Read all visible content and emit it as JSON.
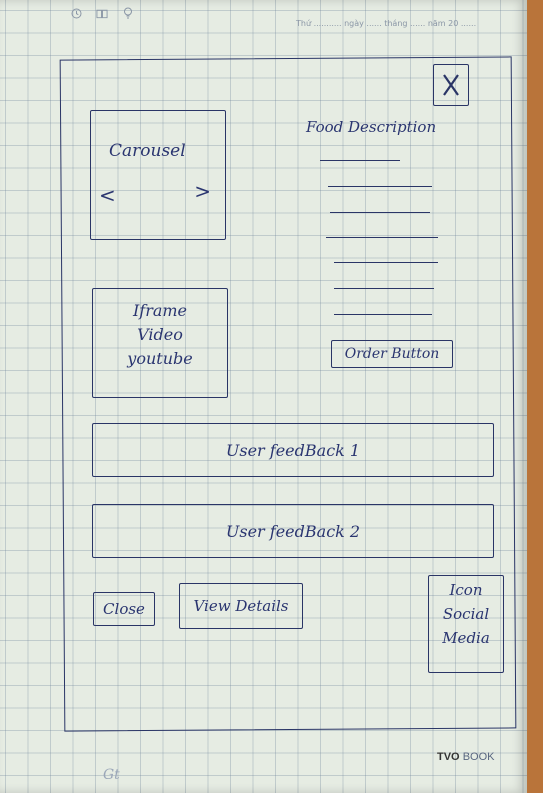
{
  "paper": {
    "header_icons": [
      "clock-icon",
      "book-icon",
      "bulb-icon"
    ],
    "date_line": "Thứ ........... ngày ...... tháng ...... năm 20 ......",
    "brand": "BOOK",
    "brand_prefix": "TVO",
    "footer_scribble": "Gt"
  },
  "sketch": {
    "close_icon": "close-x-icon",
    "carousel": {
      "label": "Carousel",
      "prev_arrow": "<",
      "next_arrow": ">"
    },
    "food_description": {
      "title": "Food Description",
      "line_count": 7
    },
    "iframe": {
      "line1": "Iframe",
      "line2": "Video",
      "line3": "youtube"
    },
    "order_button": "Order Button",
    "feedback": [
      {
        "label": "User feedBack 1"
      },
      {
        "label": "User feedBack 2"
      }
    ],
    "close_button": "Close",
    "view_details_button": "View Details",
    "social": {
      "line1": "Icon",
      "line2": "Social",
      "line3": "Media"
    }
  }
}
